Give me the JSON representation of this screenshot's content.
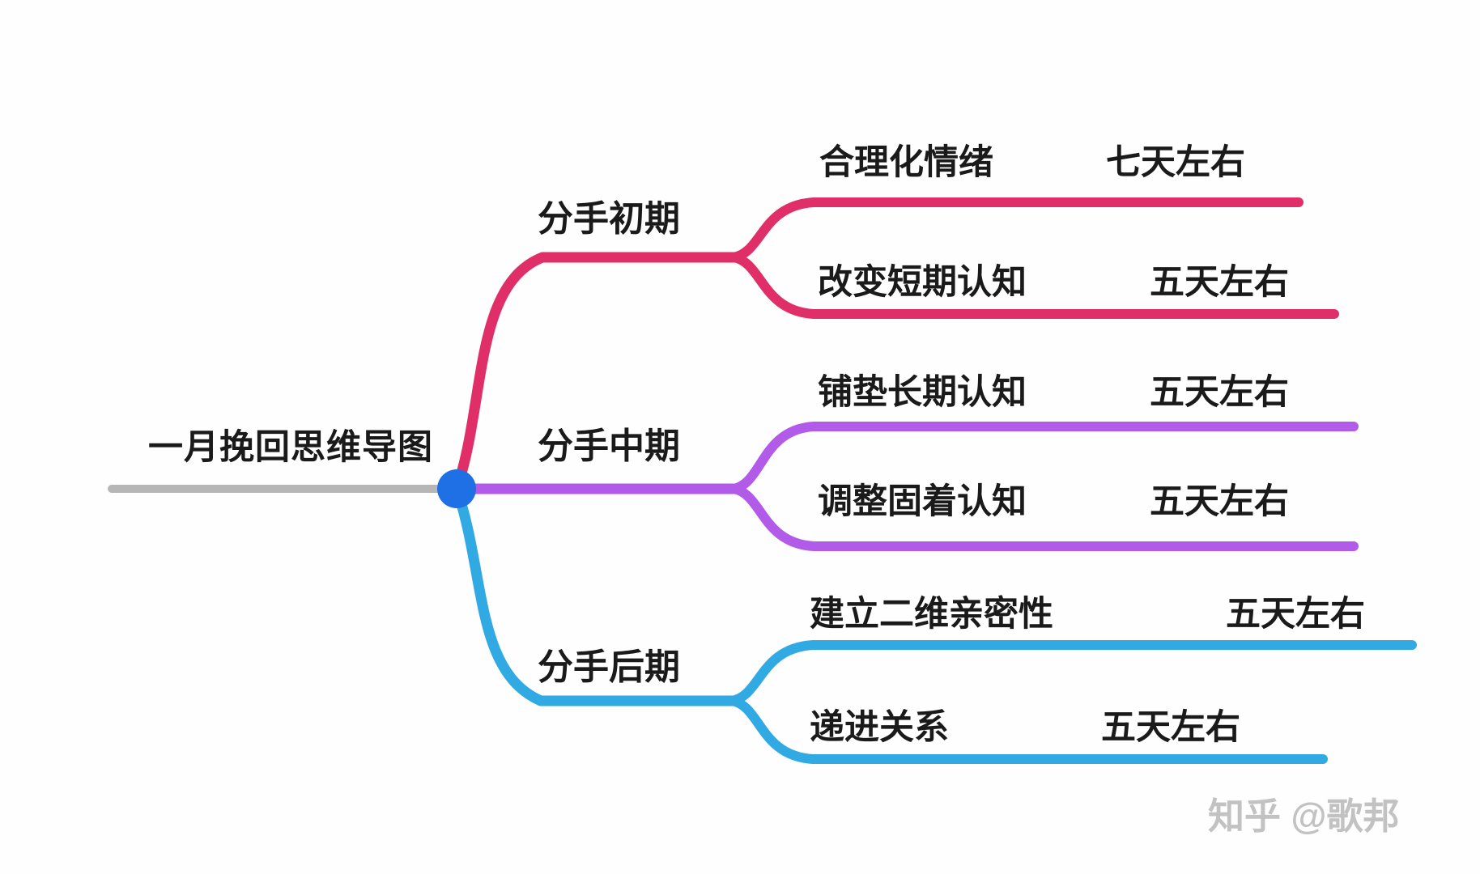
{
  "diagram_type": "mindmap",
  "root": {
    "label": "一月挽回思维导图"
  },
  "watermark": {
    "text": "知乎 @歌邦"
  },
  "colors": {
    "root_line": "#b6b6b6",
    "center_dot": "#1e70e4",
    "early": "#e02f68",
    "mid": "#b35be9",
    "late": "#31aae3",
    "text": "#1a1a1a",
    "watermark": "#c2c2c2"
  },
  "branches": [
    {
      "id": "early",
      "label": "分手初期",
      "color": "#e02f68",
      "children": [
        {
          "label": "合理化情绪",
          "duration": "七天左右"
        },
        {
          "label": "改变短期认知",
          "duration": "五天左右"
        }
      ]
    },
    {
      "id": "mid",
      "label": "分手中期",
      "color": "#b35be9",
      "children": [
        {
          "label": "铺垫长期认知",
          "duration": "五天左右"
        },
        {
          "label": "调整固着认知",
          "duration": "五天左右"
        }
      ]
    },
    {
      "id": "late",
      "label": "分手后期",
      "color": "#31aae3",
      "children": [
        {
          "label": "建立二维亲密性",
          "duration": "五天左右"
        },
        {
          "label": "递进关系",
          "duration": "五天左右"
        }
      ]
    }
  ]
}
